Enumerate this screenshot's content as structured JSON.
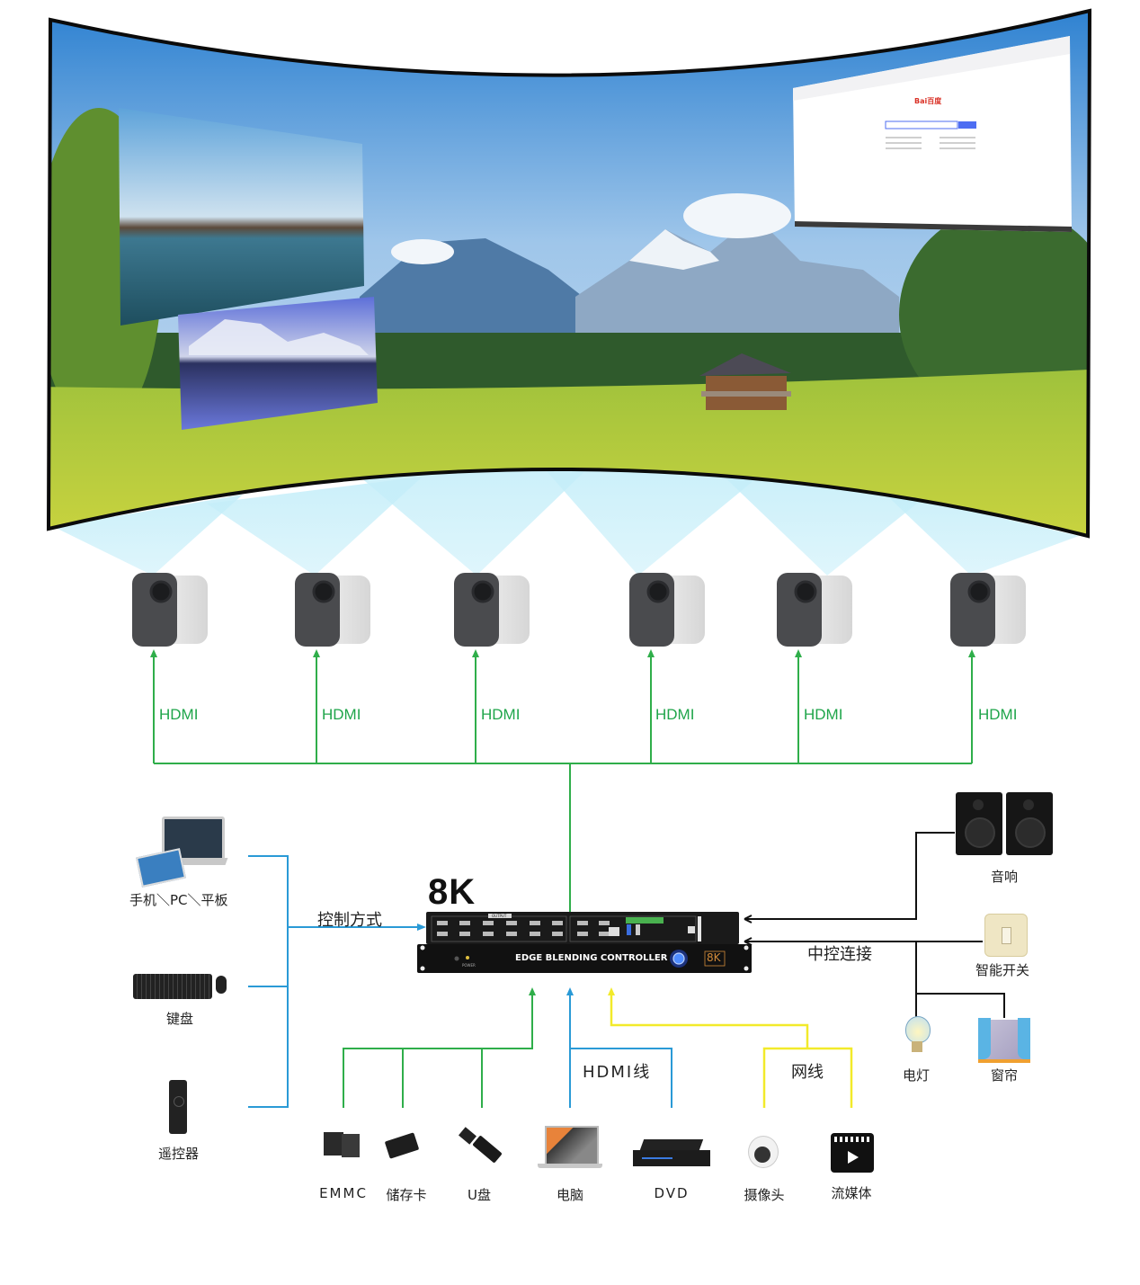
{
  "screen": {
    "name": "curved-projection-screen",
    "content": [
      "lake-mountain-window",
      "snow-mountain-lake-window",
      "alpine-meadow-background",
      "browser-window"
    ],
    "browser_logo": "Bai百度"
  },
  "projectors": {
    "count": 6,
    "link_label": "HDMI",
    "items": [
      {
        "label": "HDMI"
      },
      {
        "label": "HDMI"
      },
      {
        "label": "HDMI"
      },
      {
        "label": "HDMI"
      },
      {
        "label": "HDMI"
      },
      {
        "label": "HDMI"
      }
    ]
  },
  "controller": {
    "badge": "8K",
    "front_title": "EDGE BLENDING CONTROLLER",
    "front_logo": "8K",
    "rear_label": "OUTPUT",
    "power_label": "POWER"
  },
  "control": {
    "label": "控制方式",
    "devices": [
      {
        "label": "手机＼PC＼平板",
        "icon": "laptop-tablet-phone-icon"
      },
      {
        "label": "键盘",
        "icon": "keyboard-mouse-icon"
      },
      {
        "label": "遥控器",
        "icon": "remote-control-icon"
      }
    ]
  },
  "central": {
    "label": "中控连接",
    "devices": [
      {
        "label": "音响",
        "icon": "speaker-icon"
      },
      {
        "label": "智能开关",
        "icon": "smart-switch-icon"
      },
      {
        "label": "电灯",
        "icon": "light-bulb-icon"
      },
      {
        "label": "窗帘",
        "icon": "curtain-icon"
      }
    ]
  },
  "sources": {
    "hdmi_label": "HDMI线",
    "net_label": "网线",
    "items": [
      {
        "label": "EMMC",
        "icon": "emmc-chip-icon"
      },
      {
        "label": "储存卡",
        "icon": "sd-card-icon"
      },
      {
        "label": "U盘",
        "icon": "usb-drive-icon"
      },
      {
        "label": "电脑",
        "icon": "laptop-icon"
      },
      {
        "label": "DVD",
        "icon": "dvd-player-icon"
      },
      {
        "label": "摄像头",
        "icon": "camera-icon"
      },
      {
        "label": "流媒体",
        "icon": "streaming-icon"
      }
    ]
  },
  "colors": {
    "green": "#2fae4a",
    "blue": "#2a9ad6",
    "yellow": "#f2ea2a",
    "black": "#111111",
    "beam": "#c9eef8"
  }
}
